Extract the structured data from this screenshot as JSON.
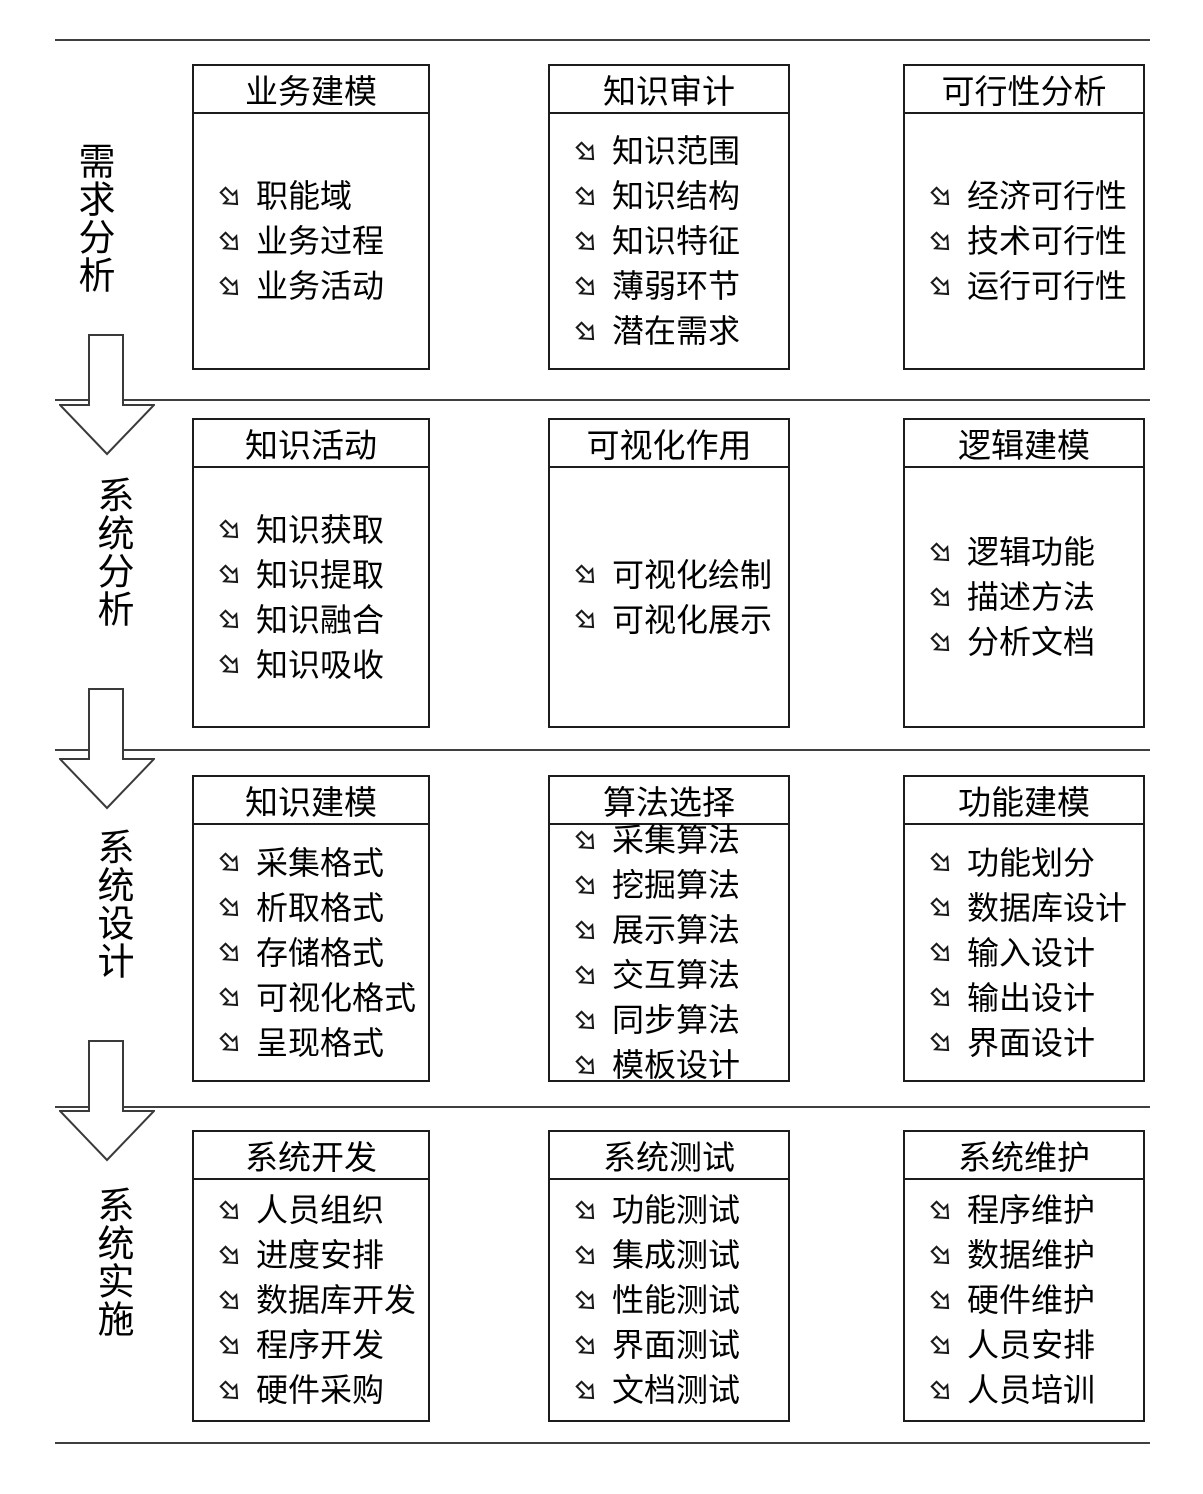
{
  "icons": {
    "item_bullet": "southeast-outline-arrow",
    "phase_flow": "down-block-outline-arrow"
  },
  "colors": {
    "background": "#ffffff",
    "rule_line": "#3f3f3f",
    "box_border": "#1c1c1c",
    "text": "#000000"
  },
  "phases": [
    {
      "label": "需求分析",
      "boxes": [
        {
          "title": "业务建模",
          "items": [
            "职能域",
            "业务过程",
            "业务活动"
          ]
        },
        {
          "title": "知识审计",
          "items": [
            "知识范围",
            "知识结构",
            "知识特征",
            "薄弱环节",
            "潜在需求"
          ]
        },
        {
          "title": "可行性分析",
          "items": [
            "经济可行性",
            "技术可行性",
            "运行可行性"
          ]
        }
      ]
    },
    {
      "label": "系统分析",
      "boxes": [
        {
          "title": "知识活动",
          "items": [
            "知识获取",
            "知识提取",
            "知识融合",
            "知识吸收"
          ]
        },
        {
          "title": "可视化作用",
          "items": [
            "可视化绘制",
            "可视化展示"
          ]
        },
        {
          "title": "逻辑建模",
          "items": [
            "逻辑功能",
            "描述方法",
            "分析文档"
          ]
        }
      ]
    },
    {
      "label": "系统设计",
      "boxes": [
        {
          "title": "知识建模",
          "items": [
            "采集格式",
            "析取格式",
            "存储格式",
            "可视化格式",
            "呈现格式"
          ]
        },
        {
          "title": "算法选择",
          "items": [
            "采集算法",
            "挖掘算法",
            "展示算法",
            "交互算法",
            "同步算法",
            "模板设计"
          ]
        },
        {
          "title": "功能建模",
          "items": [
            "功能划分",
            "数据库设计",
            "输入设计",
            "输出设计",
            "界面设计"
          ]
        }
      ]
    },
    {
      "label": "系统实施",
      "boxes": [
        {
          "title": "系统开发",
          "items": [
            "人员组织",
            "进度安排",
            "数据库开发",
            "程序开发",
            "硬件采购"
          ]
        },
        {
          "title": "系统测试",
          "items": [
            "功能测试",
            "集成测试",
            "性能测试",
            "界面测试",
            "文档测试"
          ]
        },
        {
          "title": "系统维护",
          "items": [
            "程序维护",
            "数据维护",
            "硬件维护",
            "人员安排",
            "人员培训"
          ]
        }
      ]
    }
  ]
}
